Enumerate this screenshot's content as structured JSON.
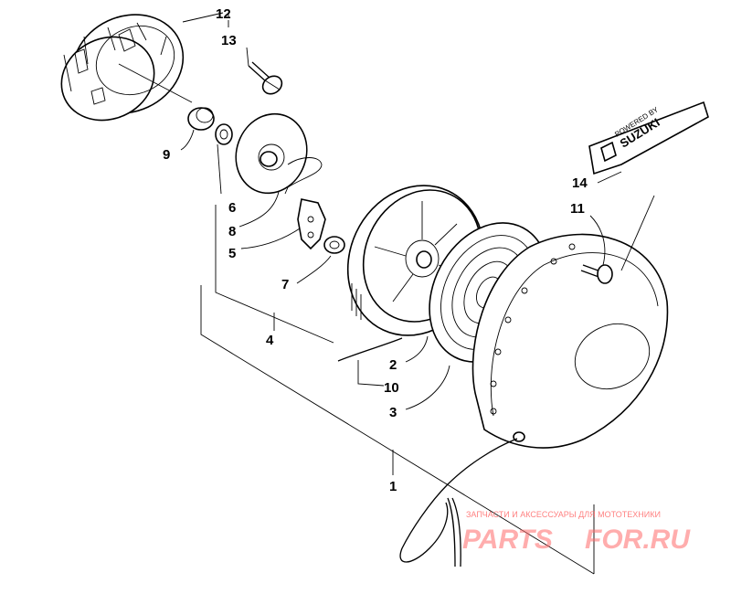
{
  "callouts": {
    "c1": "1",
    "c2": "2",
    "c3": "3",
    "c4": "4",
    "c5": "5",
    "c6": "6",
    "c7": "7",
    "c8": "8",
    "c9": "9",
    "c10": "10",
    "c11": "11",
    "c12": "12",
    "c13": "13",
    "c14": "14"
  },
  "decal": {
    "line1": "POWERED BY",
    "brand": "SUZUKI"
  },
  "watermark": {
    "tagline": "ЗАПЧАСТИ И АКСЕССУАРЫ ДЛЯ МОТОТЕХНИКИ",
    "logo_left": "PARTS",
    "logo_right": "FOR.RU",
    "color": "#ff6b6b"
  }
}
